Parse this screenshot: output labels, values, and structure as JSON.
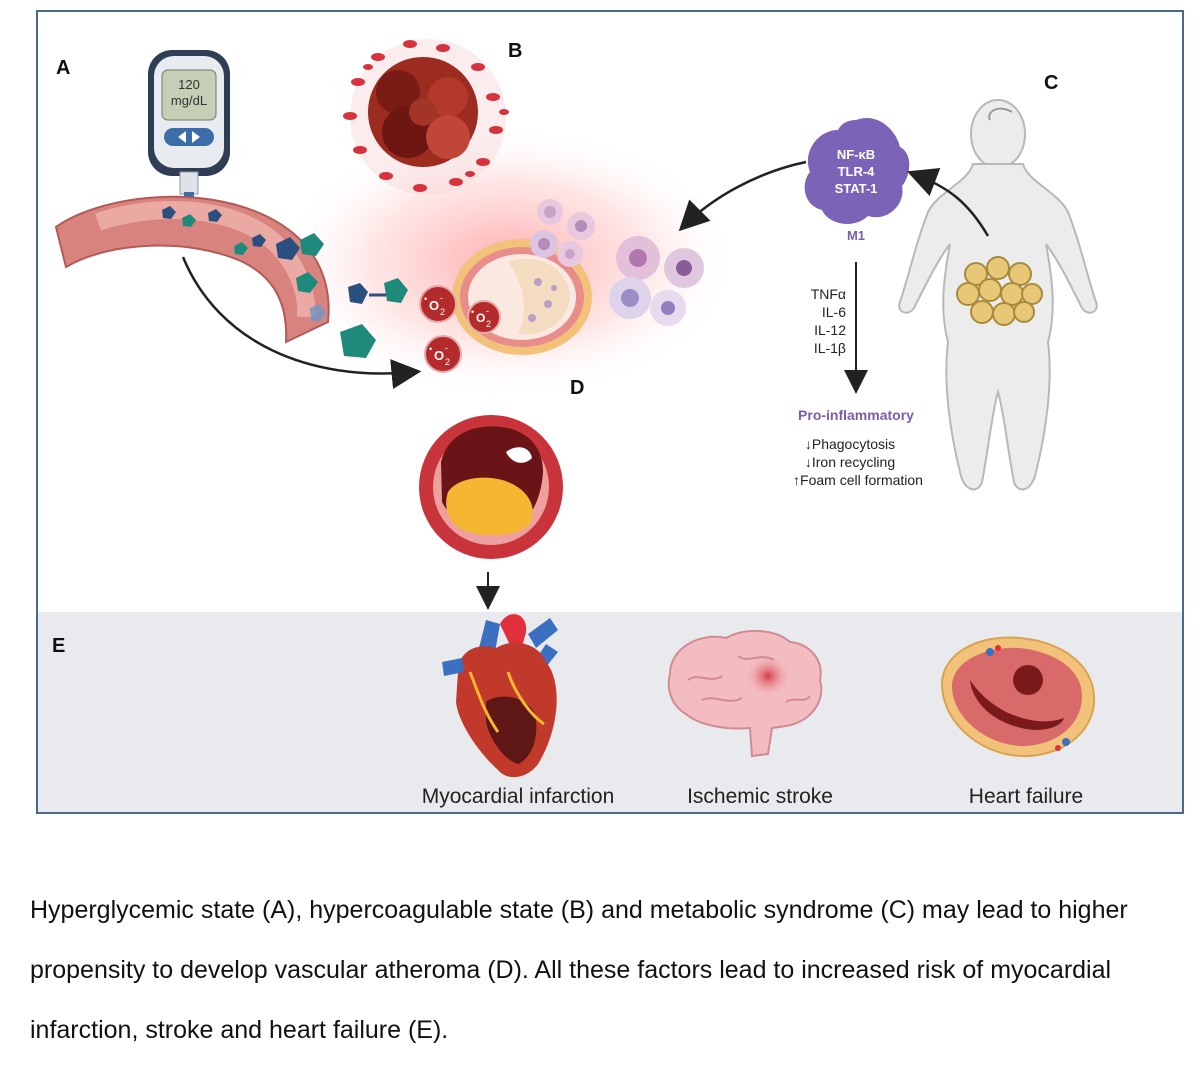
{
  "panels": {
    "a": "A",
    "b": "B",
    "c": "C",
    "d": "D",
    "e": "E"
  },
  "glucometer": {
    "value": "120",
    "unit": "mg/dL"
  },
  "oxygen_radical": {
    "base": "O",
    "superscript_dot": "•",
    "subscript": "2",
    "charge": "-"
  },
  "macrophage": {
    "markers": [
      "NF-κB",
      "TLR-4",
      "STAT-1"
    ],
    "type": "M1"
  },
  "cytokines": [
    "TNFα",
    "IL-6",
    "IL-12",
    "IL-1β"
  ],
  "phenotype": "Pro-inflammatory",
  "effects": [
    {
      "arrow": "↓",
      "text": "Phagocytosis"
    },
    {
      "arrow": "↓",
      "text": "Iron recycling"
    },
    {
      "arrow": "↑",
      "text": "Foam cell formation"
    }
  ],
  "outcomes": [
    "Myocardial infarction",
    "Ischemic stroke",
    "Heart failure"
  ],
  "caption": "Hyperglycemic state (A), hypercoagulable state (B) and metabolic syndrome (C) may lead to higher propensity to develop vascular atheroma (D). All these factors lead to increased risk of myocardial infarction, stroke and heart failure (E).",
  "colors": {
    "frame_border": "#4a6a8a",
    "panel_e_background": "#e9eaed",
    "macrophage": "#7b63b8",
    "label_purple": "#7a5fa8",
    "vessel": "#e07a78",
    "glucose_dark": "#2b4f7e",
    "glucose_teal": "#1f8a7c",
    "radical_red": "#b52a2a",
    "plaque_yellow": "#f5b731"
  }
}
